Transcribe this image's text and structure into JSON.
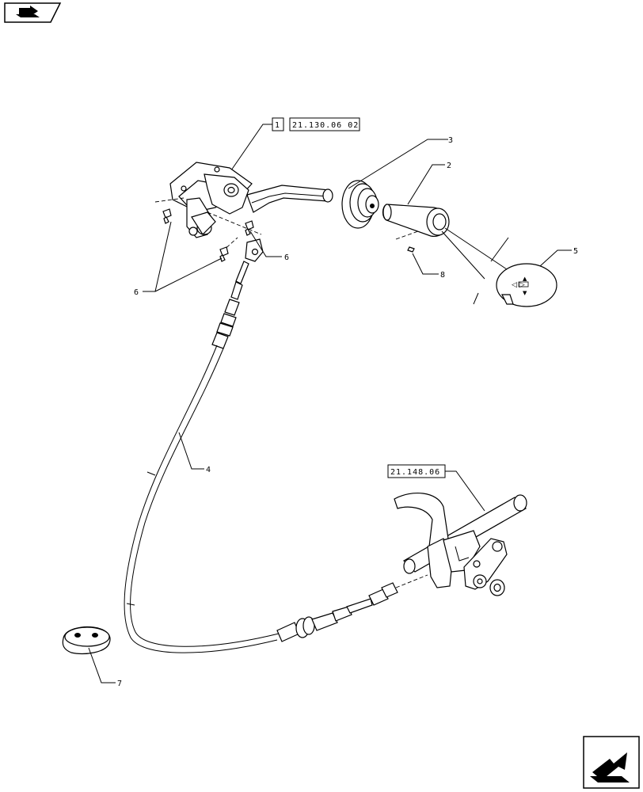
{
  "nav": {
    "prev_icon": "book-arrow-icon",
    "next_icon": "page-arrow-icon"
  },
  "refs": {
    "ref_item": "1",
    "ref_a": "21.130.06 02",
    "ref_b": "21.148.06"
  },
  "callouts": {
    "c2": "2",
    "c3": "3",
    "c4": "4",
    "c5": "5",
    "c6a": "6",
    "c6b": "6",
    "c7": "7",
    "c8": "8"
  }
}
